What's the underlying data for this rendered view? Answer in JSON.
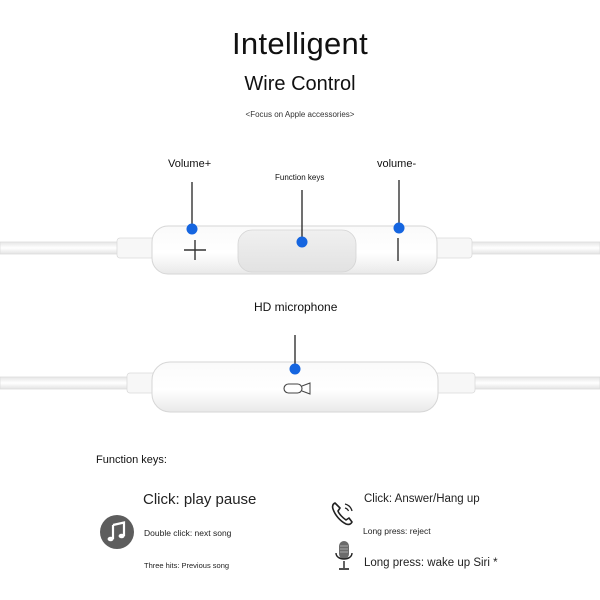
{
  "header": {
    "title": "Intelligent",
    "subtitle": "Wire Control",
    "tagline": "<Focus on Apple accessories>"
  },
  "callouts": {
    "volume_up": "Volume+",
    "function_keys": "Function keys",
    "volume_down": "volume-",
    "microphone": "HD microphone"
  },
  "function_keys": {
    "heading": "Function keys:",
    "music": {
      "click": "Click: play pause",
      "double_click": "Double click: next song",
      "three_hits": "Three hits: Previous song"
    },
    "phone": {
      "click": "Click: Answer/Hang up",
      "long_press_reject": "Long press: reject",
      "long_press_siri": "Long press: wake up Siri *"
    }
  },
  "colors": {
    "marker": "#1565e0",
    "cable": "#f2f2f2",
    "cable_edge": "#d9d9d9",
    "icon_dark": "#5d5d5d"
  },
  "icons": [
    "music-note-icon",
    "phone-icon",
    "microphone-icon"
  ]
}
